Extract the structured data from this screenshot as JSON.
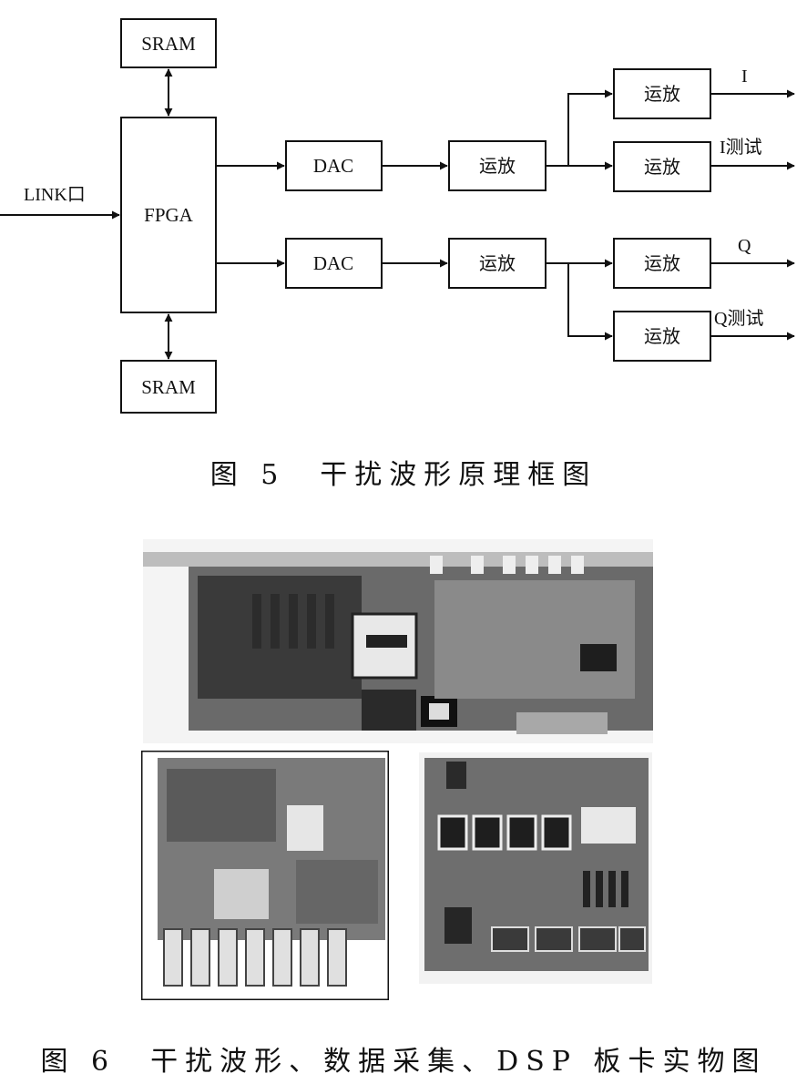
{
  "figure5": {
    "caption": "图 5　干扰波形原理框图",
    "blocks": {
      "sram_top": "SRAM",
      "sram_bottom": "SRAM",
      "fpga": "FPGA",
      "dac_i": "DAC",
      "dac_q": "DAC",
      "amp_i": "运放",
      "amp_q": "运放",
      "amp_i_out": "运放",
      "amp_i_test": "运放",
      "amp_q_out": "运放",
      "amp_q_test": "运放"
    },
    "signals": {
      "link_in": "LINK口",
      "i_out": "I",
      "i_test": "I测试",
      "q_out": "Q",
      "q_test": "Q测试"
    }
  },
  "figure6": {
    "caption": "图 6　干扰波形、数据采集、DSP 板卡实物图"
  }
}
